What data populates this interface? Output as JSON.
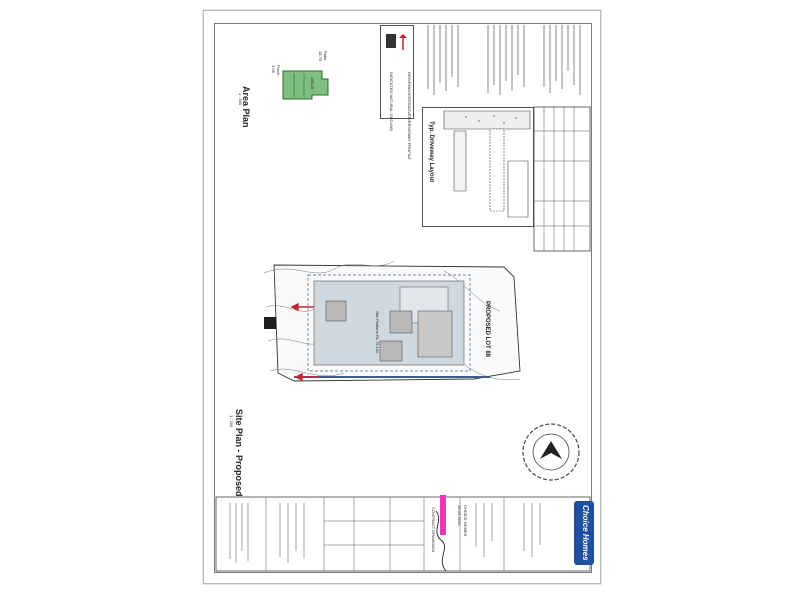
{
  "area_plan": {
    "title": "Area Plan",
    "scale": "1 : 500",
    "patio_label": "Patio",
    "patio_area": "18.75",
    "porch_label": "Porch",
    "porch_area": "3.06",
    "house_area": "196.19"
  },
  "legend": {
    "heading": "DRIVEWAY/CROSSOVER/DRIVEWAY PROFILE",
    "item": "INDICATES NATURAL GROUND"
  },
  "driveway": {
    "title": "Typ. Driveway Layout"
  },
  "site_plan": {
    "title": "Site Plan - Proposed",
    "scale": "1 : 200",
    "lot_label": "PROPOSED LOT 88",
    "platform_label": "Site Platform RL 75.100"
  },
  "title_block": {
    "company": "Choice Homes",
    "date": "15-05-2020",
    "client_label": "CHOICE HOMES",
    "drawing_status": "CONTRACT DRAWINGS"
  },
  "colors": {
    "house_fill": "#cfd8df",
    "garage_fill": "#c8c8c8",
    "area_green": "#7fbf7f",
    "arrow_red": "#c4262e",
    "stamp_pink": "#e23bb5",
    "brand_blue": "#1f4fa0"
  }
}
